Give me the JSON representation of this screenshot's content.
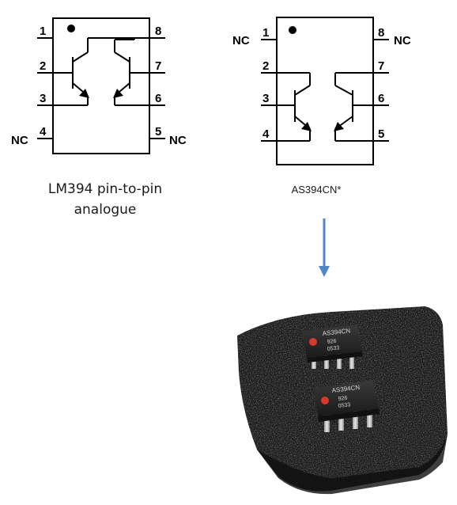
{
  "left_chip": {
    "caption": "LM394 pin-to-pin analogue",
    "pins": {
      "p1": "1",
      "p2": "2",
      "p3": "3",
      "p4": "4",
      "p5": "5",
      "p6": "6",
      "p7": "7",
      "p8": "8"
    },
    "nc_left": "NC",
    "nc_right": "NC"
  },
  "right_chip": {
    "caption": "AS394CN*",
    "pins": {
      "p1": "1",
      "p2": "2",
      "p3": "3",
      "p4": "4",
      "p5": "5",
      "p6": "6",
      "p7": "7",
      "p8": "8"
    },
    "nc_left": "NC",
    "nc_right": "NC"
  },
  "photo": {
    "chip_top": {
      "line1": "AS394CN",
      "line2": "926",
      "line3": "0533"
    },
    "chip_bottom": {
      "line1": "AS394CN",
      "line2": "926",
      "line3": "0533"
    }
  },
  "colors": {
    "arrow": "#4f87c5",
    "foam": "#1b1b1b",
    "chip_body": "#242424",
    "dot": "#d63a2e"
  }
}
